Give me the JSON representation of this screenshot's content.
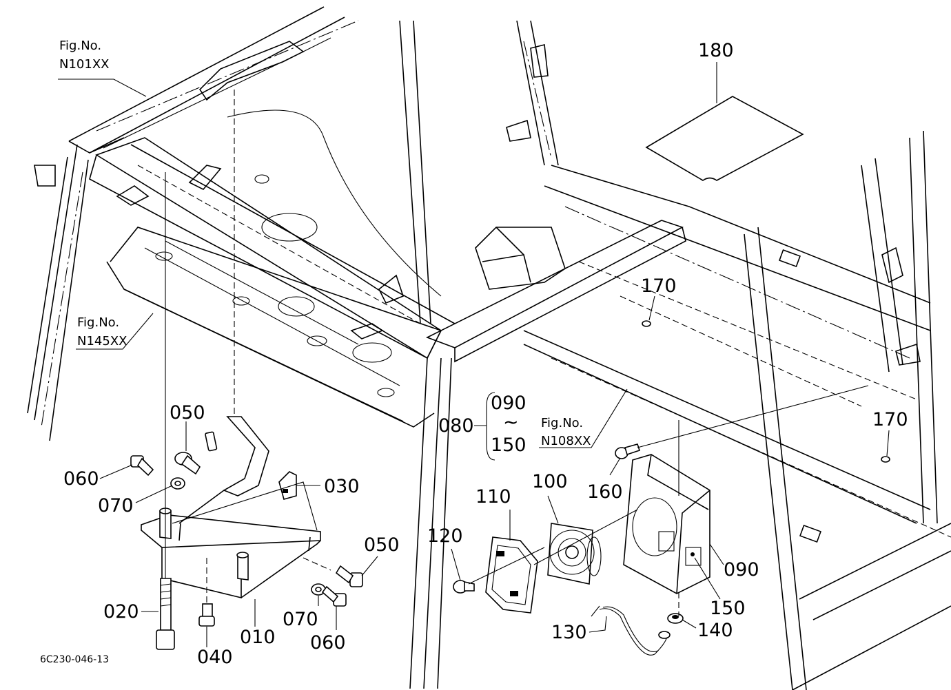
{
  "drawing_code": "6C230-046-13",
  "references": {
    "n101": {
      "prefix": "Fig.No.",
      "number": "N101XX"
    },
    "n145": {
      "prefix": "Fig.No.",
      "number": "N145XX"
    },
    "n108": {
      "prefix": "Fig.No.",
      "number": "N108XX"
    }
  },
  "range": {
    "start": "090",
    "tilde": "~",
    "end": "150"
  },
  "parts": {
    "p010": "010",
    "p020": "020",
    "p030": "030",
    "p040": "040",
    "p050a": "050",
    "p050b": "050",
    "p060a": "060",
    "p060b": "060",
    "p070a": "070",
    "p070b": "070",
    "p080": "080",
    "p090": "090",
    "p100": "100",
    "p110": "110",
    "p120": "120",
    "p130": "130",
    "p140": "140",
    "p150": "150",
    "p160": "160",
    "p170a": "170",
    "p170b": "170",
    "p180": "180"
  }
}
